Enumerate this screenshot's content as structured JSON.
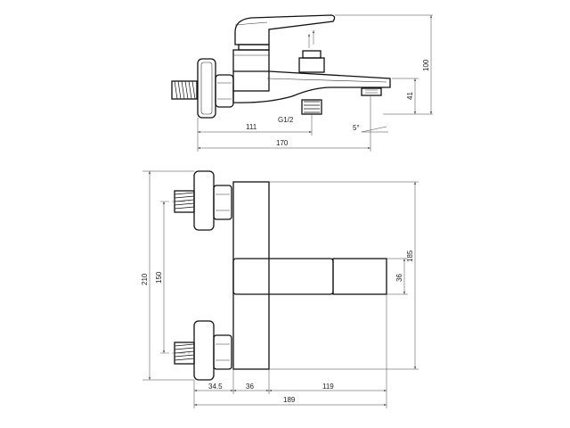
{
  "side_view": {
    "dims": {
      "len_111": "111",
      "len_170": "170",
      "h_41": "41",
      "h_100": "100",
      "thread": "G1/2",
      "angle": "5°"
    }
  },
  "front_view": {
    "dims": {
      "w_34_5": "34.5",
      "w_36": "36",
      "w_119": "119",
      "w_189": "189",
      "h_210": "210",
      "h_150": "150",
      "h_185": "185",
      "h_36": "36"
    }
  }
}
